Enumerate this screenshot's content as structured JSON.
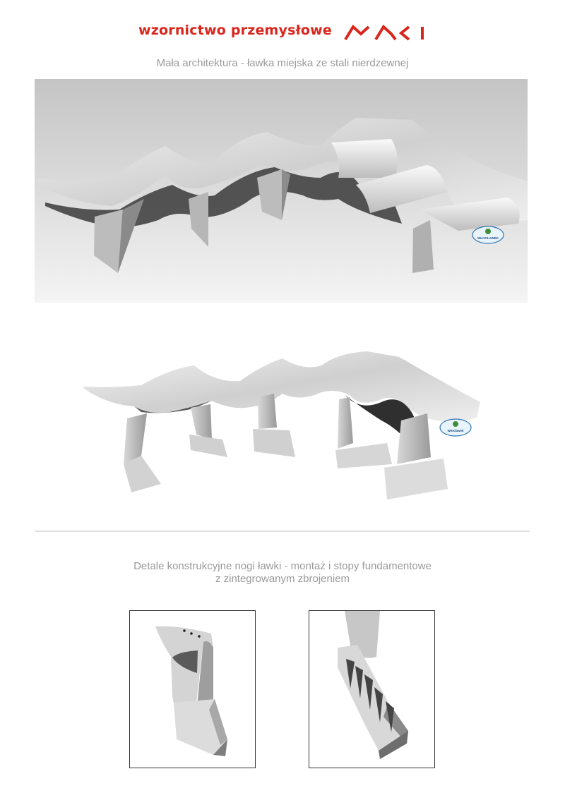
{
  "header": {
    "brand": "wzornictwo przemysłowe",
    "logo_icon": "maki-logo-icon",
    "accent_color": "#d9261c"
  },
  "sections": {
    "top_caption": "Mała architektura - ławka miejska ze stali nierdzewnej",
    "detail_caption_line1": "Detale konstrukcyjne nogi ławki - montaż i stopy fundamentowe",
    "detail_caption_line2": "z zintegrowanym zbrojeniem"
  },
  "badges": {
    "badge_1": "WŁOCŁAWEK",
    "badge_2": "Włocławek"
  }
}
